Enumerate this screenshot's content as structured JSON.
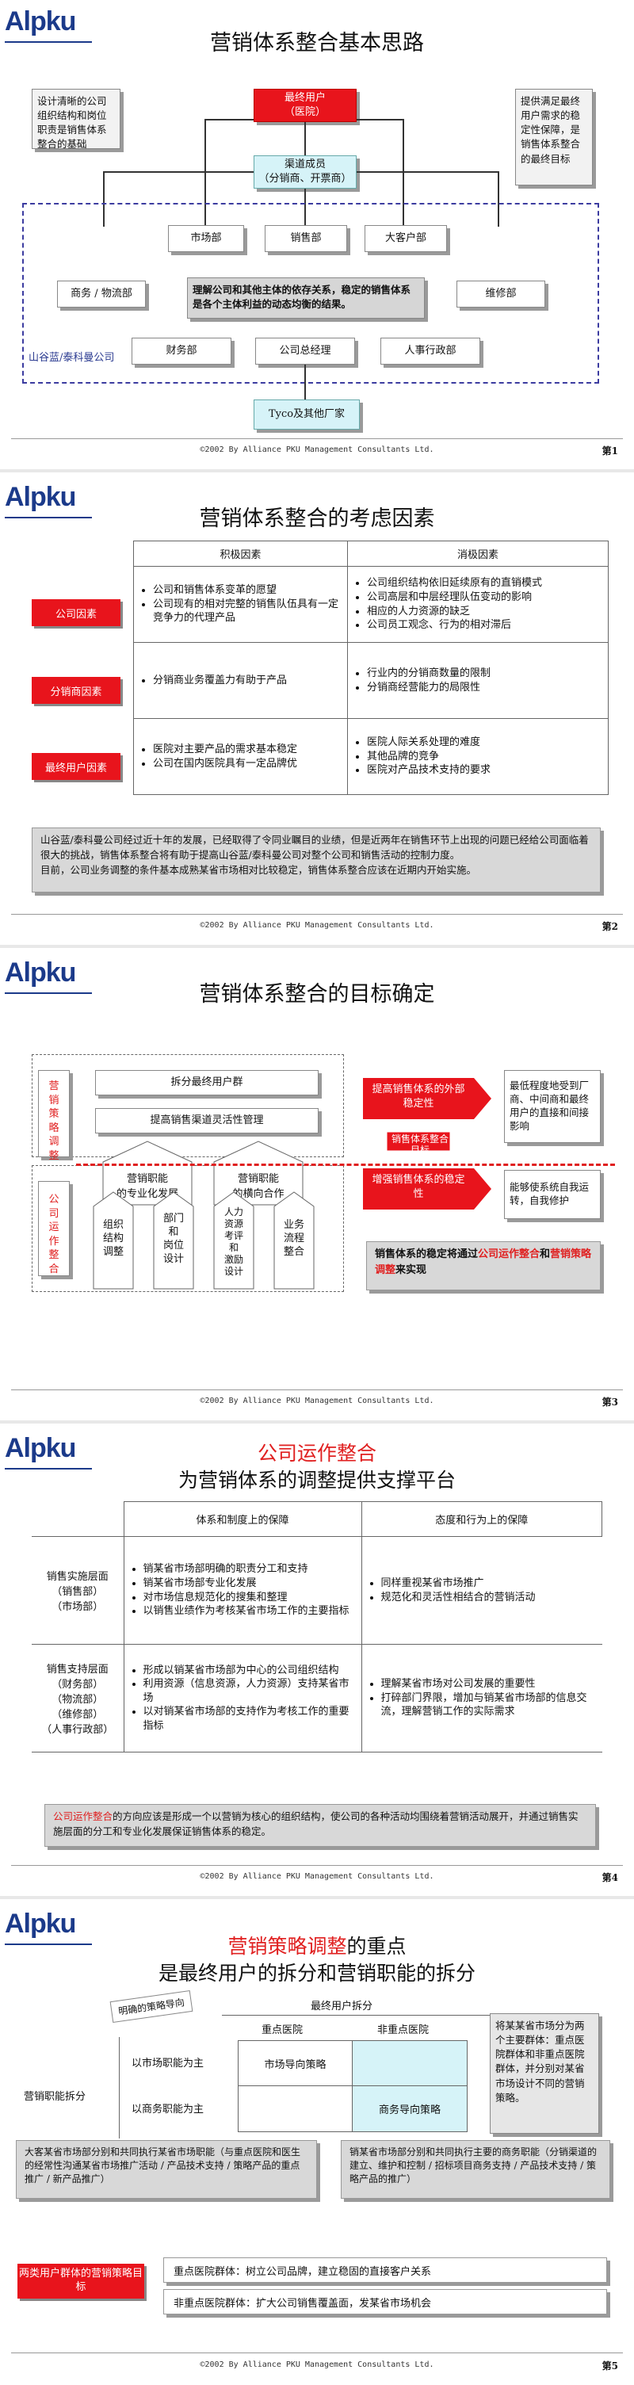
{
  "logo_text": "Alpku",
  "footer": "©2002 By Alliance PKU Management Consultants Ltd.",
  "slide1": {
    "title": "营销体系整合基本思路",
    "page": "第1",
    "left_note": "设计清晰的公司组织结构和岗位职责是销售体系整合的基础",
    "right_note": "提供满足最终用户需求的稳定性保障，是销售体系整合的最终目标",
    "end_user": "最终用户\n（医院）",
    "channel": "渠道成员\n（分销商、开票商）",
    "market_dept": "市场部",
    "sales_dept": "销售部",
    "key_account": "大客户部",
    "logistics": "商务 / 物流部",
    "center_note": "理解公司和其他主体的依存关系，稳定的销售体系是各个主体利益的动态均衡的结果。",
    "maintenance": "维修部",
    "company_label": "山谷蓝/泰科曼公司",
    "finance": "财务部",
    "gm": "公司总经理",
    "hr": "人事行政部",
    "tyco": "Tyco及其他厂家"
  },
  "slide2": {
    "title": "营销体系整合的考虑因素",
    "page": "第2",
    "col_pos": "积极因素",
    "col_neg": "消极因素",
    "rows": [
      {
        "tag": "公司因素",
        "pos": [
          "公司和销售体系变革的愿望",
          "公司现有的相对完整的销售队伍具有一定竞争力的代理产品"
        ],
        "neg": [
          "公司组织结构依旧延续原有的直销模式",
          "公司高层和中层经理队伍变动的影响",
          "相应的人力资源的缺乏",
          "公司员工观念、行为的相对滞后"
        ]
      },
      {
        "tag": "分销商因素",
        "pos": [
          "分销商业务覆盖力有助于产品"
        ],
        "neg": [
          "行业内的分销商数量的限制",
          "分销商经营能力的局限性"
        ]
      },
      {
        "tag": "最终用户因素",
        "pos": [
          "医院对主要产品的需求基本稳定",
          "公司在国内医院具有一定品牌优"
        ],
        "neg": [
          "医院人际关系处理的难度",
          "其他品牌的竞争",
          "医院对产品技术支持的要求"
        ]
      }
    ],
    "summary": "山谷蓝/泰科曼公司经过近十年的发展，已经取得了令同业瞩目的业绩，但是近两年在销售环节上出现的问题已经给公司面临着很大的挑战，销售体系整合将有助于提高山谷蓝/泰科曼公司对整个公司和销售活动的控制力度。\n目前，公司业务调整的条件基本成熟某省市场相对比较稳定，销售体系整合应该在近期内开始实施。"
  },
  "slide3": {
    "title": "营销体系整合的目标确定",
    "page": "第3",
    "strategy_label": "营\n销\n策\n略\n调\n整",
    "ops_label": "公\n司\n运\n作\n整\n合",
    "top_bar1": "拆分最终用户群",
    "top_bar2": "提高销售渠道灵活性管理",
    "house1": "营销职能\n的专业化发展",
    "house2": "营销职能\n的横向合作",
    "pillars": [
      "组织\n结构\n调整",
      "部门\n和\n岗位\n设计",
      "人力\n资源\n考评\n和\n激励\n设计",
      "业务\n流程\n整合"
    ],
    "arrow_top": "提高销售体系的外部稳定性",
    "arrow_mid": "销售体系整合目标",
    "arrow_bottom": "增强销售体系的稳定性",
    "note_top": "最低程度地受到厂商、中间商和最终用户的直接和间接影响",
    "note_bottom": "能够使系统自我运转，自我修护",
    "conclusion_pre": "销售体系的稳定将通过",
    "conclusion_r1": "公司运作整合",
    "conclusion_mid": "和",
    "conclusion_r2": "营销策略调整",
    "conclusion_post": "来实现"
  },
  "slide4": {
    "title_red": "公司运作整合",
    "title": "为营销体系的调整提供支撑平台",
    "page": "第4",
    "col1": "体系和制度上的保障",
    "col2": "态度和行为上的保障",
    "rows": [
      {
        "label": "销售实施层面\n（销售部）\n（市场部）",
        "a": [
          "销某省市场部明确的职责分工和支持",
          "销某省市场部专业化发展",
          "对市场信息规范化的搜集和整理",
          "以销售业绩作为考核某省市场工作的主要指标"
        ],
        "b": [
          "同样重视某省市场推广",
          "规范化和灵活性相结合的营销活动"
        ]
      },
      {
        "label": "销售支持层面\n（财务部）\n（物流部）\n（维修部）\n（人事行政部）",
        "a": [
          "形成以销某省市场部为中心的公司组织结构",
          "利用资源（信息资源，人力资源）支持某省市场",
          "以对销某省市场部的支持作为考核工作的重要指标"
        ],
        "b": [
          "理解某省市场对公司发展的重要性",
          "打碎部门界限，增加与销某省市场部的信息交流，理解营销工作的实际需求"
        ]
      }
    ],
    "summary_red": "公司运作整合",
    "summary": "的方向应该是形成一个以营销为核心的组织结构，使公司的各种活动均围绕着营销活动展开，并通过销售实施层面的分工和专业化发展保证销售体系的稳定。"
  },
  "slide5": {
    "title_red": "营销策略调整",
    "title_tail": "的重点",
    "title2": "是最终用户的拆分和营销职能的拆分",
    "page": "第5",
    "axis_top": "最终用户拆分",
    "axis_corner": "明确的策略导向",
    "axis_left": "营销职能拆分",
    "col_a": "重点医院",
    "col_b": "非重点医院",
    "row_a": "以市场职能为主",
    "row_b": "以商务职能为主",
    "cell_a": "市场导向策略",
    "cell_b": "商务导向策略",
    "right_note": "将某某省市场分为两个主要群体：重点医院群体和非重点医院群体，并分别对某省市场设计不同的营销策略。",
    "left_note": "大客某省市场部分别和共同执行某省市场职能（与重点医院和医生的经常性沟通某省市场推广活动 / 产品技术支持 / 策略产品的重点推广 / 新产品推广）",
    "right_note2": "销某省市场部分别和共同执行主要的商务职能（分销渠道的建立、维护和控制 / 招标项目商务支持 / 产品技术支持 / 策略产品的推广）",
    "red_tag": "两类用户群体的营销策略目标",
    "goal1": "重点医院群体：树立公司品牌，建立稳固的直接客户关系",
    "goal2": "非重点医院群体：扩大公司销售覆盖面，发某省市场机会"
  }
}
